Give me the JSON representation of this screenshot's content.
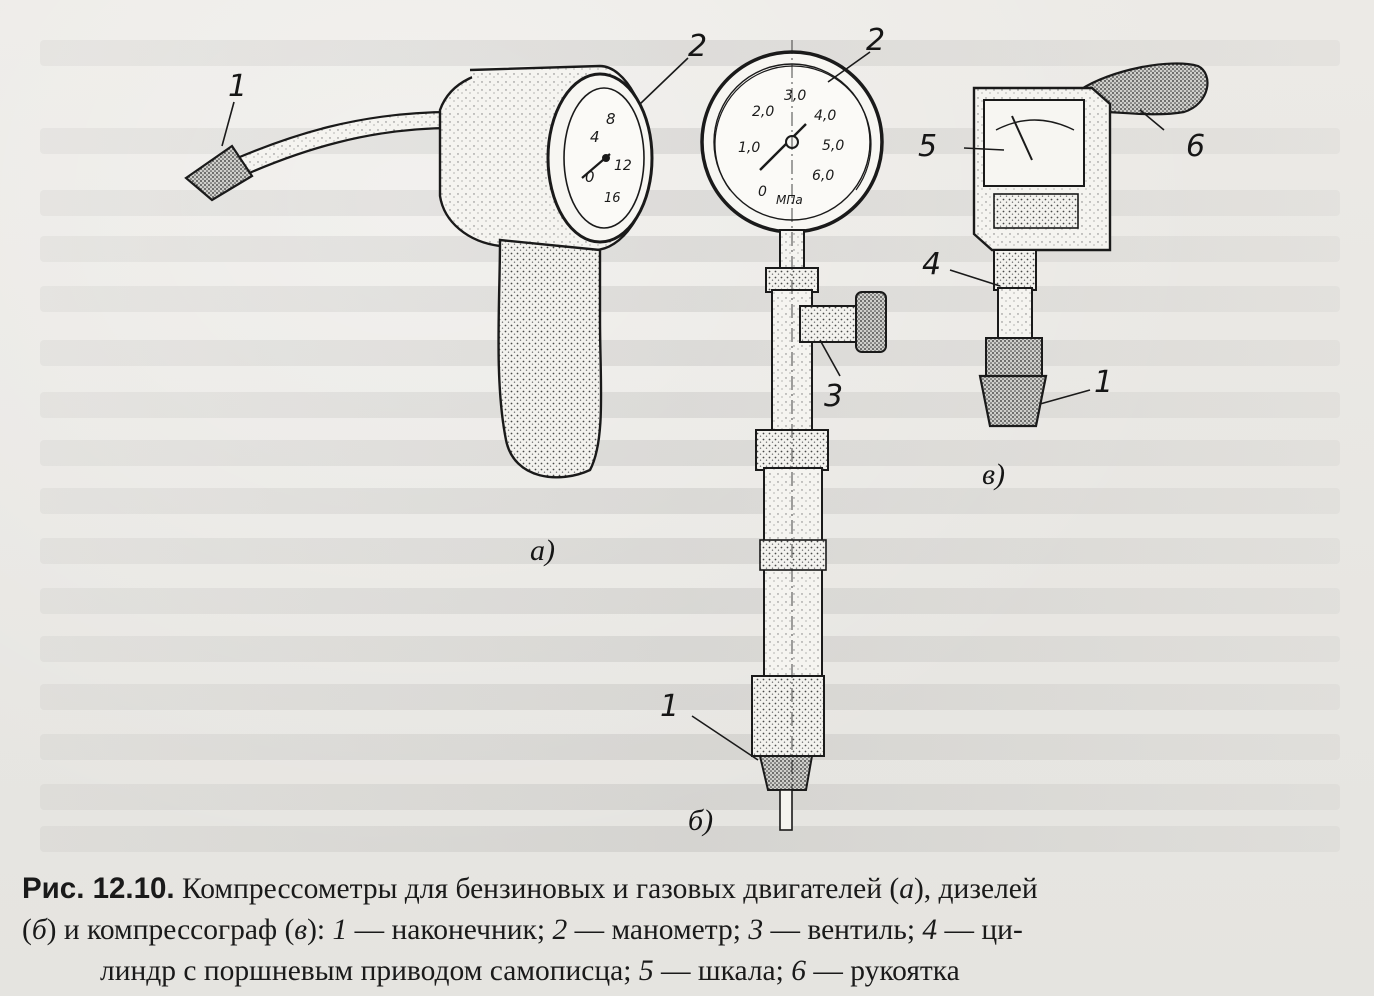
{
  "figure": {
    "labels": {
      "a_tip": "1",
      "a_gauge": "2",
      "b_gauge": "2",
      "b_valve": "3",
      "b_tip": "1",
      "c_cylinder": "4",
      "c_scale": "5",
      "c_handle": "6",
      "c_tip": "1"
    },
    "subfigures": {
      "a": "а)",
      "b": "б)",
      "c": "в)"
    },
    "gauge_a_ticks": [
      "0",
      "4",
      "8",
      "12",
      "16"
    ],
    "gauge_b_ticks": [
      "0",
      "1,0",
      "2,0",
      "3,0",
      "4,0",
      "5,0",
      "6,0"
    ],
    "gauge_b_unit": "МПа"
  },
  "caption": {
    "fig_number": "Рис. 12.10.",
    "line1_rest": "Компрессометры для бензиновых и газовых двигателей (",
    "line1_a": "а",
    "line1_end": "), дизелей",
    "line2_open": "(",
    "line2_b": "б",
    "line2_mid": ") и компрессограф (",
    "line2_c": "в",
    "line2_mid2": "): ",
    "line2_n1": "1",
    "line2_t1": " — наконечник; ",
    "line2_n2": "2",
    "line2_t2": " — манометр; ",
    "line2_n3": "3",
    "line2_t3": " — вентиль;  ",
    "line2_n4": "4",
    "line2_t4": " — ци-",
    "line3_t1": "линдр с поршневым приводом самописца; ",
    "line3_n5": "5",
    "line3_t2": " — шкала; ",
    "line3_n6": "6",
    "line3_t3": " — рукоятка"
  }
}
